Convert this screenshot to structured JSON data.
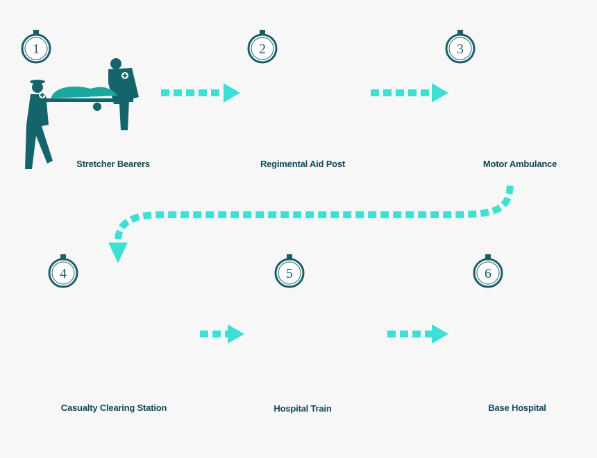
{
  "colors": {
    "dark": "#14656b",
    "teal": "#1aa99c",
    "arrow": "#3ee0d6",
    "cross_bg": "#ffffff",
    "label": "#12485a",
    "background": "#f7f7f8"
  },
  "steps": [
    {
      "number": "1",
      "label": "Stretcher Bearers"
    },
    {
      "number": "2",
      "label": "Regimental Aid Post"
    },
    {
      "number": "3",
      "label": "Motor Ambulance"
    },
    {
      "number": "4",
      "label": "Casualty Clearing Station"
    },
    {
      "number": "5",
      "label": "Hospital Train"
    },
    {
      "number": "6",
      "label": "Base Hospital"
    }
  ],
  "icons": {
    "badge": "stopwatch-icon",
    "flow": "dotted-arrow-icon",
    "medical": "red-cross-icon"
  }
}
